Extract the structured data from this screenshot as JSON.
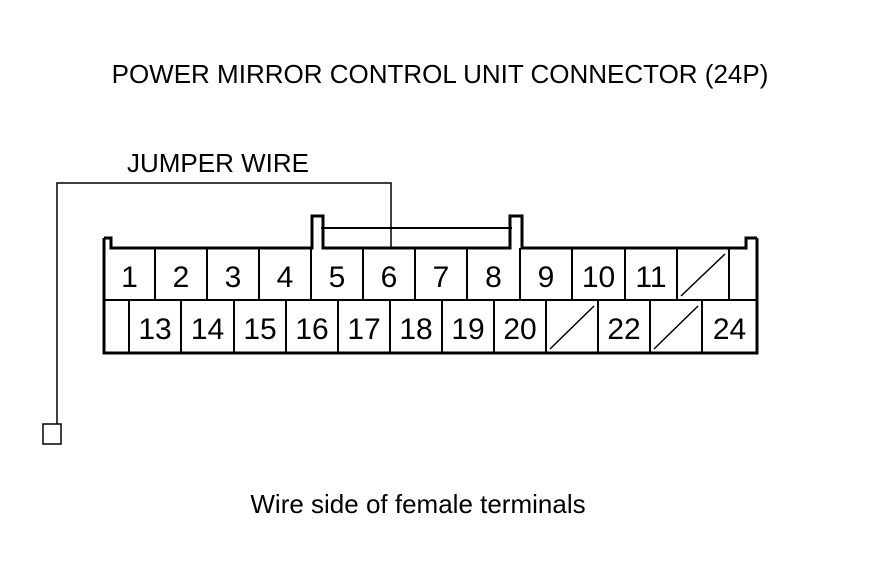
{
  "title": "POWER MIRROR CONTROL UNIT CONNECTOR (24P)",
  "jumper_label": "JUMPER WIRE",
  "footer": "Wire side of female terminals",
  "connector": {
    "top_row": [
      "1",
      "2",
      "3",
      "4",
      "5",
      "6",
      "7",
      "8",
      "9",
      "10",
      "11",
      "",
      ""
    ],
    "bottom_row": [
      "",
      "13",
      "14",
      "15",
      "16",
      "17",
      "18",
      "19",
      "20",
      "",
      "22",
      "",
      "24"
    ],
    "top_row_slashed": [
      false,
      false,
      false,
      false,
      false,
      false,
      false,
      false,
      false,
      false,
      false,
      true,
      false
    ],
    "bottom_row_slashed": [
      false,
      false,
      false,
      false,
      false,
      false,
      false,
      false,
      false,
      true,
      false,
      true,
      false
    ]
  }
}
